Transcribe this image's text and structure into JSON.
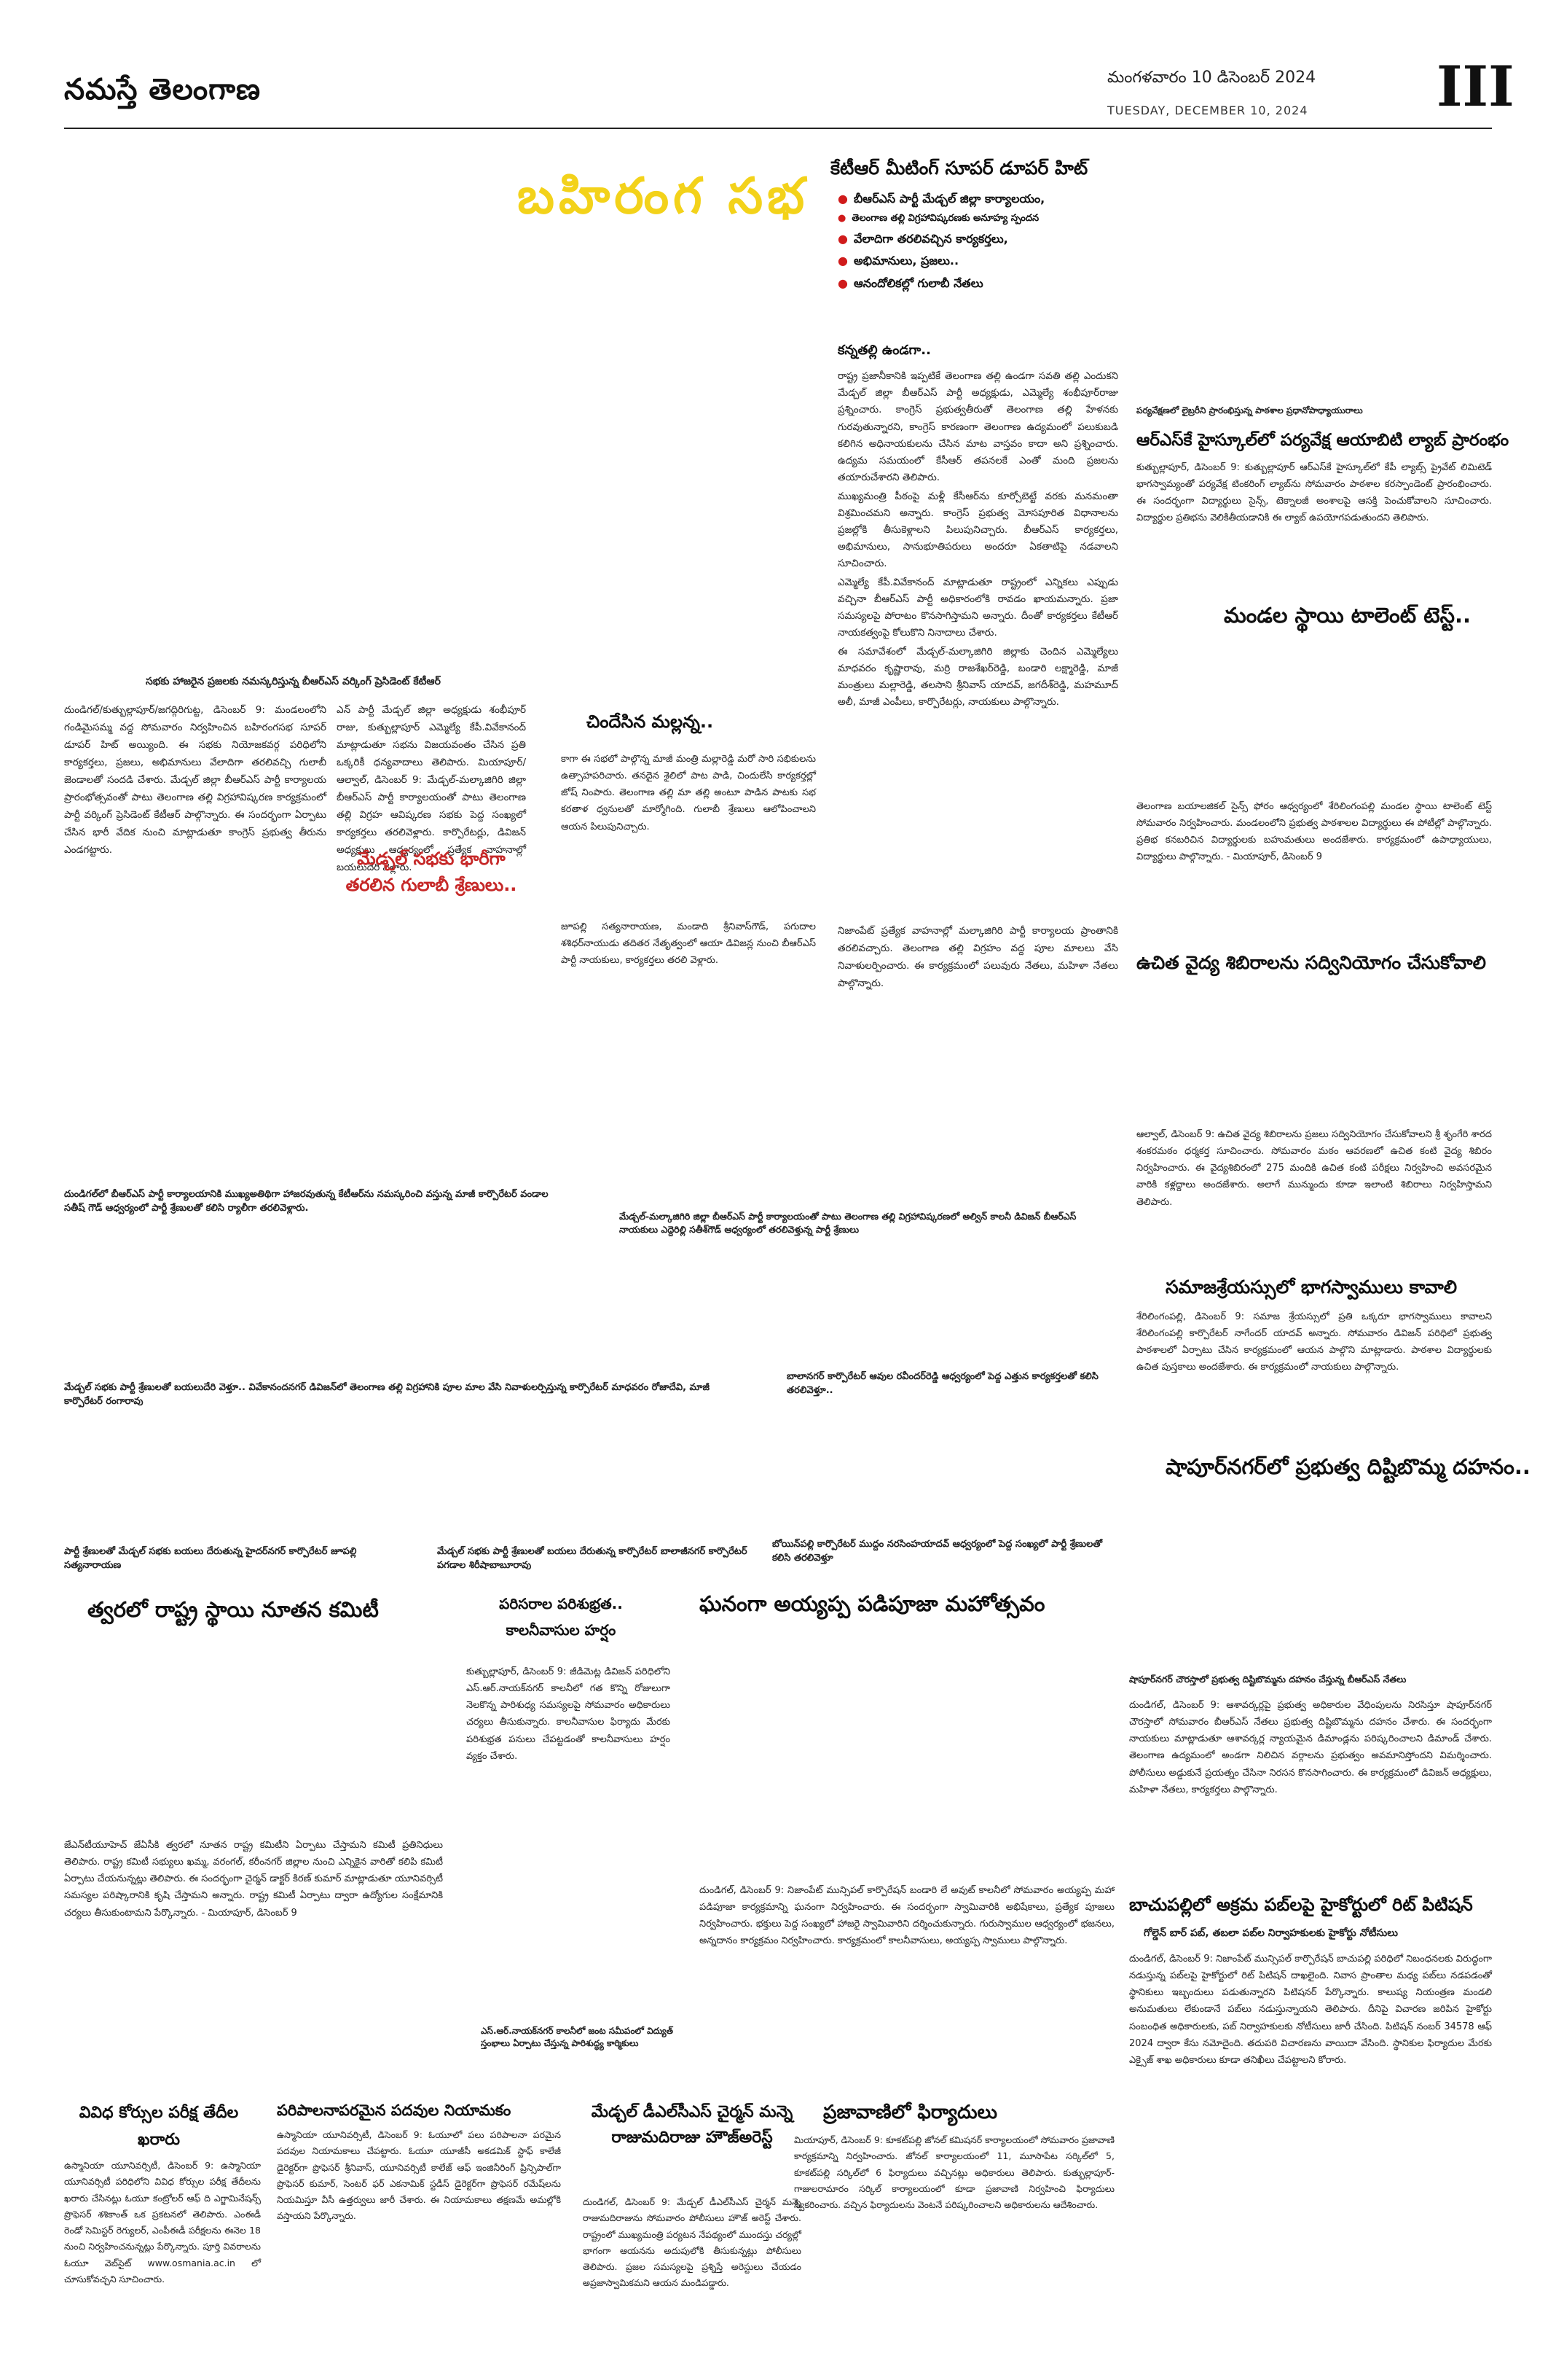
{
  "masthead": {
    "paper_name": "నమస్తే తెలంగాణ",
    "date_telugu": "మంగళవారం 10 డిసెంబర్ 2024",
    "date_english": "TUESDAY, DECEMBER 10, 2024",
    "page_number": "III"
  },
  "top": {
    "banner_title": "బహిరంగ సభ",
    "headline": "కేటీఆర్ మీటింగ్ సూపర్ డూపర్ హిట్",
    "bullets": [
      "బీఆర్ఎస్ పార్టీ మేడ్చల్ జిల్లా కార్యాలయం,",
      "తెలంగాణ తల్లి విగ్రహావిష్కరణకు అనూహ్య స్పందన",
      "వేలాదిగా తరలివచ్చిన కార్యకర్తలు,",
      "అభిమానులు, ప్రజలు..",
      "ఆనందోలికల్లో గులాబీ నేతలు"
    ],
    "subhead": "కన్నతల్లి ఉండగా..",
    "article_paragraphs": [
      "రాష్ట్ర ప్రజానీకానికి ఇప్పటికే తెలంగాణ తల్లి ఉండగా సవతి తల్లి ఎందుకని మేడ్చల్ జిల్లా బీఆర్ఎస్ పార్టీ అధ్యక్షుడు, ఎమ్మెల్యే శంభీపూర్‌రాజు ప్రశ్నించారు. కాంగ్రెస్ ప్రభుత్వతీరుతో తెలంగాణ తల్లి హేళనకు గురవుతున్నారని, కాంగ్రెస్ కారణంగా తెలంగాణ ఉద్యమంలో పలుకుబడి కలిగిన అధినాయకులను చేసిన మాట వాస్తవం కాదా అని ప్రశ్నించారు. ఉద్యమ సమయంలో కేసీఆర్ తపనలకే ఎంతో మంది ప్రజలను తయారుచేశారని తెలిపారు.",
      "ముఖ్యమంత్రి పీఠంపై మళ్లీ కేసీఆర్‌ను కూర్చోబెట్టే వరకు మనమంతా విశ్రమించమని అన్నారు. కాంగ్రెస్ ప్రభుత్వ మోసపూరిత విధానాలను ప్రజల్లోకి తీసుకెళ్లాలని పిలుపునిచ్చారు. బీఆర్ఎస్ కార్యకర్తలు, అభిమానులు, సానుభూతిపరులు అందరూ ఏకతాటిపై నడవాలని సూచించారు.",
      "ఎమ్మెల్యే కేపీ.వివేకానంద్ మాట్లాడుతూ రాష్ట్రంలో ఎన్నికలు ఎప్పుడు వచ్చినా బీఆర్ఎస్ పార్టీ అధికారంలోకి రావడం ఖాయమన్నారు. ప్రజా సమస్యలపై పోరాటం కొనసాగిస్తామని అన్నారు. దీంతో కార్యకర్తలు కేటీఆర్ నాయకత్వంపై కోలుకొని నినాదాలు చేశారు.",
      "ఈ సమావేశంలో మేడ్చల్-మల్కాజిగిరి జిల్లాకు చెందిన ఎమ్మెల్యేలు మాధవరం కృష్ణారావు, మర్రి రాజశేఖర్‌రెడ్డి, బండారి లక్ష్మారెడ్డి, మాజీ మంత్రులు మల్లారెడ్డి, తలసాని శ్రీనివాస్ యాదవ్, జగదీశ్‌రెడ్డి, మహమూద్ అలీ, మాజీ ఎంపీలు, కార్పొరేటర్లు, నాయకులు పాల్గొన్నారు."
    ],
    "article_tail": "నిజాంపేట్ ప్రత్యేక వాహనాల్లో మల్కాజిగిరి పార్టీ కార్యాలయ ప్రాంతానికి తరలివచ్చారు. తెలంగాణ తల్లి విగ్రహం వద్ద పూల మాలలు వేసి నివాళులర్పించారు. ఈ కార్యక్రమంలో పలువురు నేతలు, మహిళా నేతలు పాల్గొన్నారు."
  },
  "left_story": {
    "caption": "సభకు హాజరైన ప్రజలకు నమస్కరిస్తున్న బీఆర్ఎస్ వర్కింగ్ ప్రెసిడెంట్ కేటీఆర్",
    "sub_red": "మేడ్చల్ సభకు భారీగా తరలిన గులాబీ శ్రేణులు..",
    "col1": "దుండిగల్/కుత్బుల్లాపూర్/జగద్గిరిగుట్ట, డిసెంబర్ 9: మండలంలోని గండిమైసమ్మ వద్ద సోమవారం నిర్వహించిన బహిరంగసభ సూపర్ డూపర్ హిట్ అయ్యింది. ఈ సభకు నియోజకవర్గ పరిధిలోని కార్యకర్తలు, ప్రజలు, అభిమానులు వేలాదిగా తరలివచ్చి గులాబీ జెండాలతో సందడి చేశారు. మేడ్చల్ జిల్లా బీఆర్ఎస్ పార్టీ కార్యాలయ ప్రారంభోత్సవంతో పాటు తెలంగాణ తల్లి విగ్రహావిష్కరణ కార్యక్రమంలో పార్టీ వర్కింగ్ ప్రెసిడెంట్ కేటీఆర్ పాల్గొన్నారు. ఈ సందర్భంగా ఏర్పాటు చేసిన భారీ వేదిక నుంచి మాట్లాడుతూ కాంగ్రెస్ ప్రభుత్వ తీరును ఎండగట్టారు.",
    "col2": "ఎన్ పార్టీ మేడ్చల్ జిల్లా అధ్యక్షుడు శంభీపూర్ రాజు, కుత్బుల్లాపూర్ ఎమ్మెల్యే కేపీ.వివేకానంద్ మాట్లాడుతూ సభను విజయవంతం చేసిన ప్రతి ఒక్కరికీ ధన్యవాదాలు తెలిపారు. మియాపూర్/ఆల్వాల్, డిసెంబర్ 9: మేడ్చల్-మల్కాజిగిరి జిల్లా బీఆర్ఎస్ పార్టీ కార్యాలయంతో పాటు తెలంగాణ తల్లి విగ్రహ ఆవిష్కరణ సభకు పెద్ద సంఖ్యలో కార్యకర్తలు తరలివెళ్లారు. కార్పొరేటర్లు, డివిజన్ అధ్యక్షులు ఆధ్వర్యంలో ప్రత్యేక వాహనాల్లో బయలుదేరి వెళ్లారు.",
    "poem_title": "చిందేసిన మల్లన్న..",
    "poem_text": "కాగా ఈ సభలో పాల్గొన్న మాజీ మంత్రి మల్లారెడ్డి మరో సారి సభికులను ఉత్సాహపరిచారు. తనదైన శైలిలో పాట పాడి, చిందులేసి కార్యకర్తల్లో జోష్ నింపారు. తెలంగాణ తల్లి మా తల్లి అంటూ పాడిన పాటకు సభ కరతాళ ధ్వనులతో మార్మోగింది. గులాబీ శ్రేణులు ఆలోపించాలని ఆయన పిలుపునిచ్చారు.",
    "col3": "జూపల్లి సత్యనారాయణ, మండాది శ్రీనివాస్‌గౌడ్, పగుదాల శశిధర్‌నాయుడు తదితర నేతృత్వంలో ఆయా డివిజన్ల నుంచి బీఆర్ఎస్ పార్టీ నాయకులు, కార్యకర్తలు తరలి వెళ్లారు."
  },
  "right_story1": {
    "caption": "పర్యవేక్షణలో లైబ్రరీని ప్రారంభిస్తున్న పాఠశాల ప్రధానోపాధ్యాయురాలు",
    "headline": "ఆర్ఎస్‌కే హైస్కూల్‌లో పర్యవేక్ష ఆయాబిటి ల్యాబ్ ప్రారంభం",
    "body": "కుత్బుల్లాపూర్, డిసెంబర్ 9: కుత్బుల్లాపూర్ ఆర్ఎస్‌కే హైస్కూల్‌లో కేపీ ల్యాబ్స్ ప్రైవేట్ లిమిటెడ్ భాగస్వామ్యంతో పర్యవేక్ష టింకరింగ్ ల్యాబ్‌ను సోమవారం పాఠశాల కరస్పాండెంట్ ప్రారంభించారు. ఈ సందర్భంగా విద్యార్థులు సైన్స్, టెక్నాలజీ అంశాలపై ఆసక్తి పెంచుకోవాలని సూచించారు. విద్యార్థుల ప్రతిభను వెలికితీయడానికి ఈ ల్యాబ్ ఉపయోగపడుతుందని తెలిపారు."
  },
  "right_story2": {
    "headline": "మండల స్థాయి టాలెంట్ టెస్ట్..",
    "body": "తెలంగాణ బయాలజికల్ సైన్స్ ఫోరం ఆధ్వర్యంలో శేరిలింగంపల్లి మండల స్థాయి టాలెంట్ టెస్ట్ సోమవారం నిర్వహించారు. మండలంలోని ప్రభుత్వ పాఠశాలల విద్యార్థులు ఈ పోటీల్లో పాల్గొన్నారు. ప్రతిభ కనబరిచిన విద్యార్థులకు బహుమతులు అందజేశారు. కార్యక్రమంలో ఉపాధ్యాయులు, విద్యార్థులు పాల్గొన్నారు. - మియాపూర్, డిసెంబర్ 9"
  },
  "right_story3": {
    "headline": "ఉచిత వైద్య శిబిరాలను సద్వినియోగం చేసుకోవాలి",
    "body": "ఆల్వాల్, డిసెంబర్ 9: ఉచిత వైద్య శిబిరాలను ప్రజలు సద్వినియోగం చేసుకోవాలని శ్రీ శృంగేరి శారద శంకరమఠం ధర్మకర్త సూచించారు. సోమవారం మఠం ఆవరణలో ఉచిత కంటి వైద్య శిబిరం నిర్వహించారు. ఈ వైద్యశిబిరంలో 275 మందికి ఉచిత కంటి పరీక్షలు నిర్వహించి అవసరమైన వారికి కళ్లద్దాలు అందజేశారు. అలాగే మున్ముందు కూడా ఇలాంటి శిబిరాలు నిర్వహిస్తామని తెలిపారు."
  },
  "right_story4": {
    "headline": "సమాజశ్రేయస్సులో భాగస్వాములు కావాలి",
    "body": "శేరిలింగంపల్లి, డిసెంబర్ 9: సమాజ శ్రేయస్సులో ప్రతి ఒక్కరూ భాగస్వాములు కావాలని శేరిలింగంపల్లి కార్పొరేటర్ నాగేందర్ యాదవ్ అన్నారు. సోమవారం డివిజన్ పరిధిలో ప్రభుత్వ పాఠశాలలో ఏర్పాటు చేసిన కార్యక్రమంలో ఆయన పాల్గొని మాట్లాడారు. పాఠశాల విద్యార్థులకు ఉచిత పుస్తకాలు అందజేశారు. ఈ కార్యక్రమంలో నాయకులు పాల్గొన్నారు."
  },
  "right_story5": {
    "headline": "షాపూర్‌నగర్‌లో ప్రభుత్వ దిష్టిబొమ్మ దహనం..",
    "caption": "షాపూర్‌నగర్ చౌరస్తాలో ప్రభుత్వ దిష్టిబొమ్మను దహనం చేస్తున్న బీఆర్ఎస్ నేతలు",
    "body": "దుండిగల్, డిసెంబర్ 9: ఆశావర్కర్లపై ప్రభుత్వ అధికారుల వేధింపులను నిరసిస్తూ షాపూర్‌నగర్ చౌరస్తాలో సోమవారం బీఆర్ఎస్ నేతలు ప్రభుత్వ దిష్టిబొమ్మను దహనం చేశారు. ఈ సందర్భంగా నాయకులు మాట్లాడుతూ ఆశావర్కర్ల న్యాయమైన డిమాండ్లను పరిష్కరించాలని డిమాండ్ చేశారు. తెలంగాణ ఉద్యమంలో అండగా నిలిచిన వర్గాలను ప్రభుత్వం అవమానిస్తోందని విమర్శించారు. పోలీసులు అడ్డుకునే ప్రయత్నం చేసినా నిరసన కొనసాగించారు. ఈ కార్యక్రమంలో డివిజన్ అధ్యక్షులు, మహిళా నేతలు, కార్యకర్తలు పాల్గొన్నారు."
  },
  "right_story6": {
    "headline": "బాచుపల్లిలో అక్రమ పబ్‌లపై హైకోర్టులో రిట్ పిటిషన్",
    "sub": "గోల్డెన్ బార్ పబ్, తబలా పబ్‌ల నిర్వాహకులకు హైకోర్టు నోటీసులు",
    "body": "దుండిగల్, డిసెంబర్ 9: నిజాంపేట్ మున్సిపల్ కార్పొరేషన్ బాచుపల్లి పరిధిలో నిబంధనలకు విరుద్ధంగా నడుస్తున్న పబ్‌లపై హైకోర్టులో రిట్ పిటిషన్ దాఖలైంది. నివాస ప్రాంతాల మధ్య పబ్‌లు నడపడంతో స్థానికులు ఇబ్బందులు పడుతున్నారని పిటిషనర్ పేర్కొన్నారు. కాలుష్య నియంత్రణ మండలి అనుమతులు లేకుండానే పబ్‌లు నడుస్తున్నాయని తెలిపారు. దీనిపై విచారణ జరిపిన హైకోర్టు సంబంధిత అధికారులకు, పబ్ నిర్వాహకులకు నోటీసులు జారీ చేసింది. పిటిషన్ నంబర్ 34578 ఆఫ్ 2024 ద్వారా కేసు నమోదైంది. తదుపరి విచారణను వాయిదా వేసింది. స్థానికుల ఫిర్యాదుల మేరకు ఎక్సైజ్ శాఖ అధికారులు కూడా తనిఖీలు చేపట్టాలని కోరారు."
  },
  "middle_captions": {
    "left_photo": "దుండిగల్‌లో బీఆర్ఎస్ పార్టీ కార్యాలయానికి ముఖ్యఅతిథిగా హాజరవుతున్న కేటీఆర్‌ను నమస్కరించి వస్తున్న మాజీ కార్పొరేటర్ వండాల సతీష్ గౌడ్ ఆధ్వర్యంలో పార్టీ శ్రేణులతో కలిసి ర్యాలీగా తరలివెళ్లారు.",
    "center_photo": "మేడ్చల్-మల్కాజిగిరి జిల్లా బీఆర్ఎస్ పార్టీ కార్యాలయంతో పాటు తెలంగాణ తల్లి విగ్రహావిష్కరణలో అల్విన్ కాలనీ డివిజన్ బీఆర్ఎస్ నాయకులు ఎద్దెరిల్లి సతీశ్‌గౌడ్ ఆధ్వర్యంలో తరలివెళ్తున్న పార్టీ శ్రేణులు",
    "left_photo2": "మేడ్చల్ సభకు పార్టీ శ్రేణులతో బయలుదేరి వెళ్తూ.. వివేకానందనగర్ డివిజన్‌లో తెలంగాణ తల్లి విగ్రహానికి పూల మాల వేసి నివాళులర్పిస్తున్న కార్పొరేటర్ మాధవరం రోజాదేవి, మాజీ కార్పొరేటర్ రంగారావు",
    "center_photo2": "బాలానగర్ కార్పొరేటర్ ఆవుల రవీందర్‌రెడ్డి ఆధ్వర్యంలో పెద్ద ఎత్తున కార్యకర్తలతో కలిసి తరలివెళ్తూ..",
    "bottom_photo_a": "పార్టీ శ్రేణులతో మేడ్చల్ సభకు బయలు దేరుతున్న హైదర్‌నగర్ కార్పొరేటర్ జూపల్లి సత్యనారాయణ",
    "bottom_photo_b": "మేడ్చల్ సభకు పార్టీ శ్రేణులతో బయలు దేరుతున్న కార్పొరేటర్ బాలాజీనగర్ కార్పొరేటర్ పగడాల శిరీషాబాబూరావు",
    "bottom_photo_c": "బోయిన్‌పల్లి కార్పొరేటర్ ముద్దం నరసింహయాదవ్ ఆధ్వర్యంలో పెద్ద సంఖ్యలో పార్టీ శ్రేణులతో కలిసి తరలివెళ్తూ"
  },
  "lower": {
    "story_a": {
      "headline": "త్వరలో రాష్ట్ర స్థాయి నూతన కమిటీ",
      "body": "జేఎన్‌టీయూహెచ్ జేఏసీకి త్వరలో నూతన రాష్ట్ర కమిటీని ఏర్పాటు చేస్తామని కమిటీ ప్రతినిధులు తెలిపారు. రాష్ట్ర కమిటీ సభ్యులు ఖమ్మ, వరంగల్, కరీంనగర్ జిల్లాల నుంచి ఎన్నికైన వారితో కలిపి కమిటీ ఏర్పాటు చేయనున్నట్లు తెలిపారు. ఈ సందర్భంగా చైర్మన్ డాక్టర్ కిరణ్ కుమార్ మాట్లాడుతూ యూనివర్సిటీ సమస్యల పరిష్కారానికి కృషి చేస్తామని అన్నారు. రాష్ట్ర కమిటీ ఏర్పాటు ద్వారా ఉద్యోగుల సంక్షేమానికి చర్యలు తీసుకుంటామని పేర్కొన్నారు. - మియాపూర్, డిసెంబర్ 9"
    },
    "story_b": {
      "headline": "పరిసరాల పరిశుభ్రత.. కాలనీవాసుల హర్షం",
      "body": "కుత్బుల్లాపూర్, డిసెంబర్ 9: జీడిమెట్ల డివిజన్ పరిధిలోని ఎస్.ఆర్.నాయక్‌నగర్ కాలనీలో గత కొన్ని రోజులుగా నెలకొన్న పారిశుధ్య సమస్యలపై సోమవారం అధికారులు చర్యలు తీసుకున్నారు. కాలనీవాసుల ఫిర్యాదు మేరకు పరిశుభ్రత పనులు చేపట్టడంతో కాలనీవాసులు హర్షం వ్యక్తం చేశారు.",
      "caption": "ఎస్.ఆర్.నాయక్‌నగర్ కాలనీలో జంట సమీపంలో విద్యుత్ స్తంభాలు ఏర్పాటు చేస్తున్న పారిశుద్ధ్య కార్మికులు"
    },
    "story_c": {
      "headline": "ఘనంగా అయ్యప్ప పడిపూజా మహోత్సవం",
      "body": "దుండిగల్, డిసెంబర్ 9: నిజాంపేట్ మున్సిపల్ కార్పొరేషన్ బండారి లే అవుట్ కాలనీలో సోమవారం అయ్యప్ప మహా పడిపూజా కార్యక్రమాన్ని ఘనంగా నిర్వహించారు. ఈ సందర్భంగా స్వామివారికి అభిషేకాలు, ప్రత్యేక పూజలు నిర్వహించారు. భక్తులు పెద్ద సంఖ్యలో హాజరై స్వామివారిని దర్శించుకున్నారు. గురుస్వాముల ఆధ్వర్యంలో భజనలు, అన్నదానం కార్యక్రమం నిర్వహించారు. కార్యక్రమంలో కాలనీవాసులు, అయ్యప్ప స్వాములు పాల్గొన్నారు."
    },
    "story_d": {
      "headline": "వివిధ కోర్సుల పరీక్ష తేదీల ఖరారు",
      "body": "ఉస్మానియా యూనివర్సిటీ, డిసెంబర్ 9: ఉస్మానియా యూనివర్సిటీ పరిధిలోని వివిధ కోర్సుల పరీక్ష తేదీలను ఖరారు చేసినట్లు ఓయూ కంట్రోలర్ ఆఫ్ ది ఎగ్జామినేషన్స్ ప్రొఫెసర్ శశికాంత్ ఒక ప్రకటనలో తెలిపారు. ఎంఈడీ రెండో సెమిస్టర్ రెగ్యులర్, ఎంపీఈడీ పరీక్షలను ఈనెల 18 నుంచి నిర్వహించనున్నట్లు పేర్కొన్నారు. పూర్తి వివరాలను ఓయూ వెబ్‌సైట్ www.osmania.ac.in లో చూసుకోవచ్చని సూచించారు."
    },
    "story_e": {
      "headline": "పరిపాలనాపరమైన పదవుల నియామకం",
      "body": "ఉస్మానియా యూనివర్సిటీ, డిసెంబర్ 9: ఓయూలో పలు పరిపాలనా పరమైన పదవుల నియామకాలు చేపట్టారు. ఓయూ యూజీసీ అకడమిక్ స్టాఫ్ కాలేజీ డైరెక్టర్‌గా ప్రొఫెసర్ శ్రీనివాస్, యూనివర్సిటీ కాలేజ్ ఆఫ్ ఇంజినీరింగ్ ప్రిన్సిపాల్‌గా ప్రొఫెసర్ కుమార్, సెంటర్ ఫర్ ఎకనామిక్ స్టడీస్ డైరెక్టర్‌గా ప్రొఫెసర్ రమేష్‌లను నియమిస్తూ వీసీ ఉత్తర్వులు జారీ చేశారు. ఈ నియామకాలు తక్షణమే అమల్లోకి వస్తాయని పేర్కొన్నారు."
    },
    "story_f": {
      "headline": "మేడ్చల్ డీఎల్‌సీఎస్ చైర్మన్ మన్నె రాజుమదిరాజు హౌజ్‌అరెస్ట్",
      "body": "దుండిగల్, డిసెంబర్ 9: మేడ్చల్ డీఎల్‌సీఎస్ చైర్మన్ మన్నె రాజుమదిరాజును సోమవారం పోలీసులు హౌజ్ అరెస్ట్ చేశారు. రాష్ట్రంలో ముఖ్యమంత్రి పర్యటన నేపథ్యంలో ముందస్తు చర్యల్లో భాగంగా ఆయనను అదుపులోకి తీసుకున్నట్లు పోలీసులు తెలిపారు. ప్రజల సమస్యలపై ప్రశ్నిస్తే అరెస్టులు చేయడం అప్రజాస్వామికమని ఆయన మండిపడ్డారు."
    },
    "story_g": {
      "headline": "ప్రజావాణిలో ఫిర్యాదులు",
      "body": "మియాపూర్, డిసెంబర్ 9: కూకట్‌పల్లి జోనల్ కమిషనర్ కార్యాలయంలో సోమవారం ప్రజావాణి కార్యక్రమాన్ని నిర్వహించారు. జోనల్ కార్యాలయంలో 11, మూసాపేట సర్కిల్‌లో 5, కూకట్‌పల్లి సర్కిల్‌లో 6 ఫిర్యాదులు వచ్చినట్లు అధికారులు తెలిపారు. కుత్బుల్లాపూర్-గాజులరామారం సర్కిల్ కార్యాలయంలో కూడా ప్రజావాణి నిర్వహించి ఫిర్యాదులు స్వీకరించారు. వచ్చిన ఫిర్యాదులను వెంటనే పరిష్కరించాలని అధికారులను ఆదేశించారు."
    }
  }
}
